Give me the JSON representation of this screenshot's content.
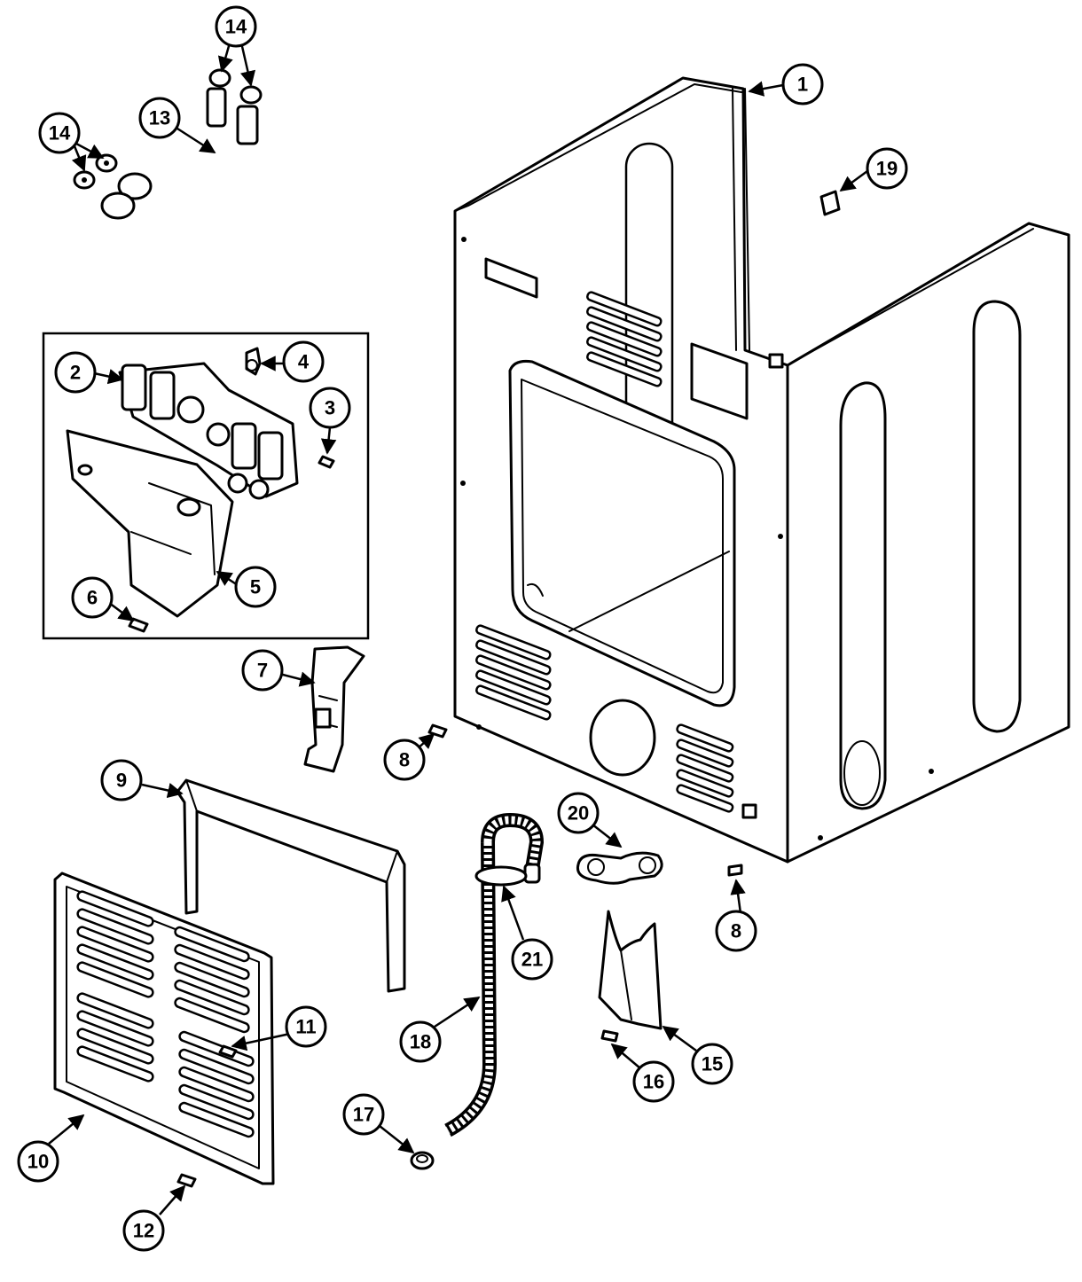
{
  "callouts": [
    {
      "id": "c1",
      "label": "1"
    },
    {
      "id": "c2",
      "label": "2"
    },
    {
      "id": "c3",
      "label": "3"
    },
    {
      "id": "c4",
      "label": "4"
    },
    {
      "id": "c5",
      "label": "5"
    },
    {
      "id": "c6",
      "label": "6"
    },
    {
      "id": "c7",
      "label": "7"
    },
    {
      "id": "c8a",
      "label": "8"
    },
    {
      "id": "c8b",
      "label": "8"
    },
    {
      "id": "c9",
      "label": "9"
    },
    {
      "id": "c10",
      "label": "10"
    },
    {
      "id": "c11",
      "label": "11"
    },
    {
      "id": "c12",
      "label": "12"
    },
    {
      "id": "c13",
      "label": "13"
    },
    {
      "id": "c14a",
      "label": "14"
    },
    {
      "id": "c14b",
      "label": "14"
    },
    {
      "id": "c15",
      "label": "15"
    },
    {
      "id": "c16",
      "label": "16"
    },
    {
      "id": "c17",
      "label": "17"
    },
    {
      "id": "c18",
      "label": "18"
    },
    {
      "id": "c19",
      "label": "19"
    },
    {
      "id": "c20",
      "label": "20"
    },
    {
      "id": "c21",
      "label": "21"
    }
  ]
}
